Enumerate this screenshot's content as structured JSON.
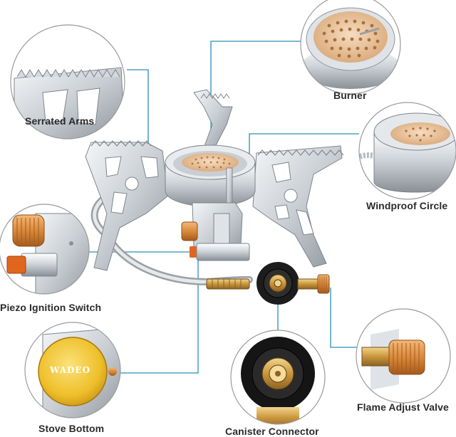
{
  "labels": {
    "serrated_arms": "Serrated Arms",
    "burner": "Burner",
    "windproof_circle": "Windproof Circle",
    "piezo_ignition_switch": "Piezo Ignition Switch",
    "stove_bottom": "Stove Bottom",
    "canister_connector": "Canister Connector",
    "flame_adjust_valve": "Flame Adjust Valve"
  },
  "brand": "WADEO",
  "colors": {
    "leader_line": "#2a8fb5",
    "circle_border": "#9a9a9a",
    "steel_light": "#eceff2",
    "steel_dark": "#9ea4aa",
    "copper": "#d8904a",
    "brass": "#caa35a",
    "orange": "#e0661f"
  }
}
